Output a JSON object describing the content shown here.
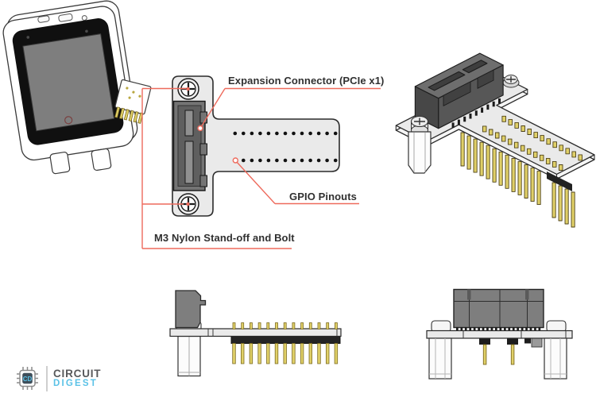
{
  "annotations": {
    "expansion_connector": "Expansion Connector (PCIe x1)",
    "gpio_pinouts": "GPIO Pinouts",
    "standoff_bolt": "M3 Nylon Stand-off and Bolt"
  },
  "logo": {
    "brand_top": "CIRCUIT",
    "brand_bottom": "DIGEST",
    "monogram": "CD"
  },
  "board": {
    "gpio_rows": 2,
    "holes_per_row": 13,
    "header_pins_side": 13,
    "front_smt_leads": 20,
    "iso_edge_teeth": 9,
    "iso_end_pins": 4
  },
  "colors": {
    "leader": "#ee6a5c",
    "pcb": "#eaeaea",
    "connector": "#717171",
    "connector_dark": "#4b4b4b",
    "pin_gold": "#e0d068",
    "pin_gold_edge": "#7d6b22",
    "outline": "#2b2b2b",
    "label_text": "#303030",
    "logo_dark": "#58595b",
    "logo_blue": "#5bc2e7",
    "logo_chip": "#3e4e5a"
  }
}
